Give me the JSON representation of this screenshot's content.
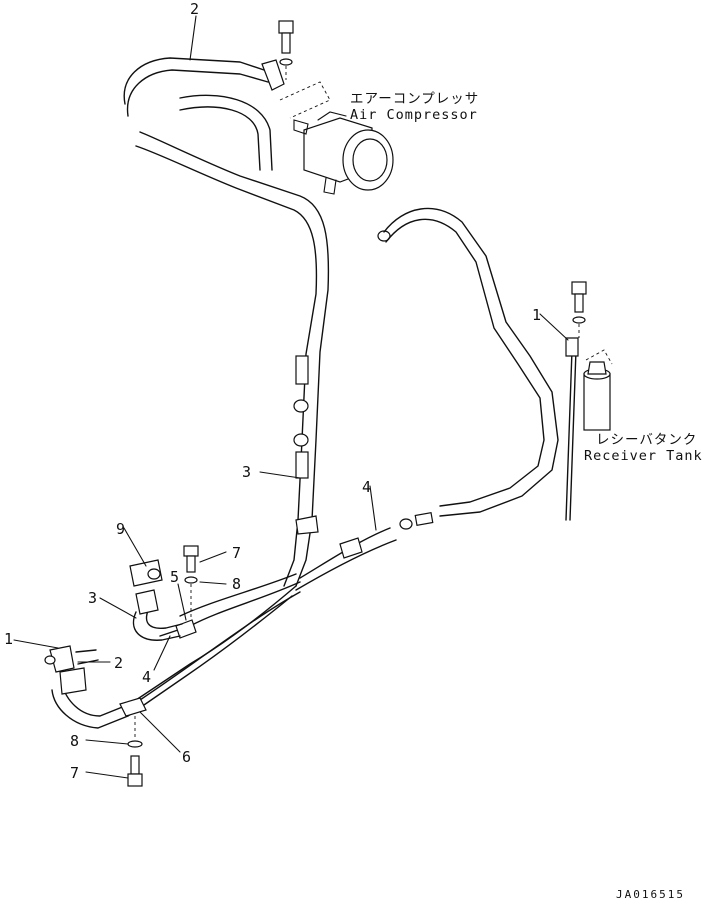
{
  "callouts": {
    "c1a": "1",
    "c1b": "1",
    "c2a": "2",
    "c2b": "2",
    "c3a": "3",
    "c3b": "3",
    "c4a": "4",
    "c4b": "4",
    "c5": "5",
    "c6": "6",
    "c7a": "7",
    "c7b": "7",
    "c8a": "8",
    "c8b": "8",
    "c9": "9"
  },
  "labels": {
    "compressor_jp": "エアーコンプレッサ",
    "compressor_en": "Air Compressor",
    "receiver_jp": "レシーバタンク",
    "receiver_en": "Receiver Tank"
  },
  "figure_code": "JA016515"
}
